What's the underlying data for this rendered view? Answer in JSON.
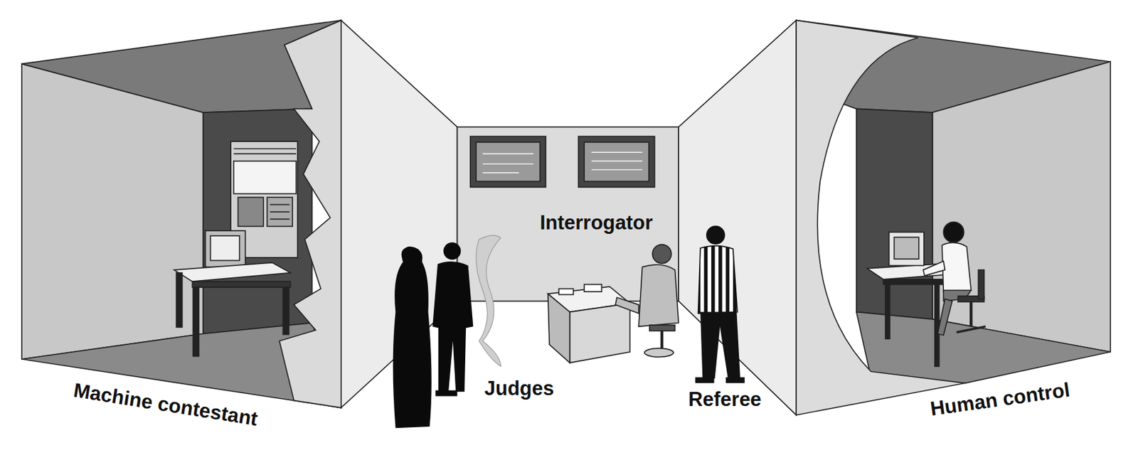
{
  "diagram": {
    "labels": [
      "Machine contestant",
      "Judges",
      "Interrogator",
      "Referee",
      "Human control"
    ]
  }
}
